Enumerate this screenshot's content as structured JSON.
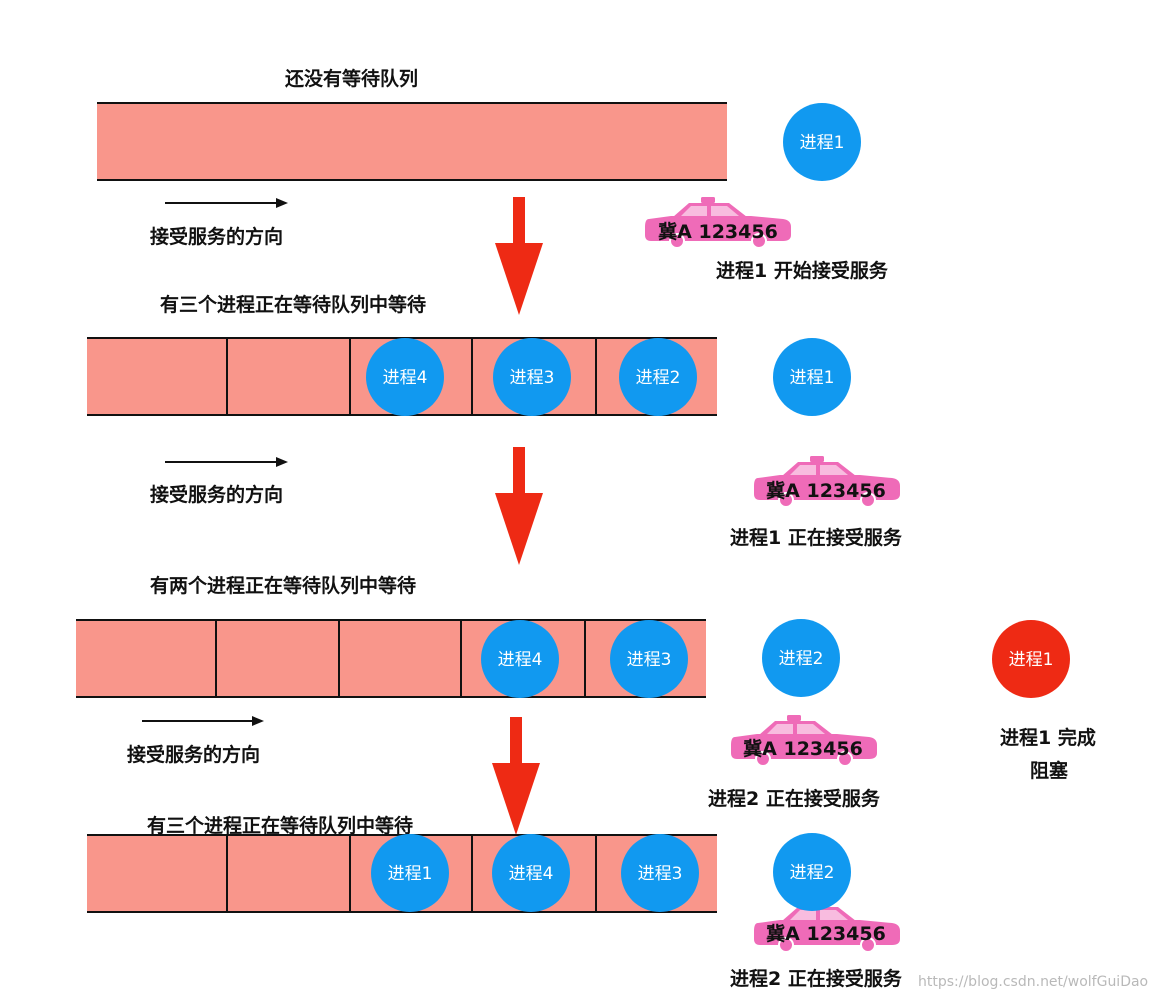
{
  "colors": {
    "queue_fill": "#f9968b",
    "queue_border": "#111111",
    "process_blue": "#1199f0",
    "process_red": "#ee2a14",
    "flow_arrow": "#ee2a14",
    "car": "#ef6bb8"
  },
  "stage1": {
    "title": "还没有等待队列",
    "direction_label": "接受服务的方向",
    "serving_process": "进程1",
    "car_plate": "冀A 123456",
    "status": "进程1 开始接受服务"
  },
  "stage2": {
    "title": "有三个进程正在等待队列中等待",
    "queue_items": [
      "进程4",
      "进程3",
      "进程2"
    ],
    "direction_label": "接受服务的方向",
    "serving_process": "进程1",
    "car_plate": "冀A 123456",
    "status": "进程1 正在接受服务"
  },
  "stage3": {
    "title": "有两个进程正在等待队列中等待",
    "queue_items": [
      "进程4",
      "进程3"
    ],
    "direction_label": "接受服务的方向",
    "serving_process": "进程2",
    "blocked_process": "进程1",
    "blocked_status_line1": "进程1 完成",
    "blocked_status_line2": "阻塞",
    "car_plate": "冀A 123456",
    "status": "进程2 正在接受服务"
  },
  "stage4": {
    "title": "有三个进程正在等待队列中等待",
    "queue_items": [
      "进程1",
      "进程4",
      "进程3"
    ],
    "serving_process": "进程2",
    "car_plate": "冀A 123456",
    "status": "进程2 正在接受服务"
  },
  "watermark": "https://blog.csdn.net/wolfGuiDao"
}
